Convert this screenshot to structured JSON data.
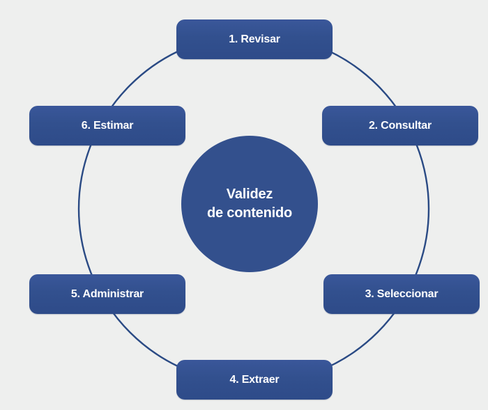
{
  "diagram": {
    "title": "Validez de contenido cycle",
    "center": {
      "line1": "Validez",
      "line2": "de contenido"
    },
    "steps": [
      {
        "label": "1. Revisar"
      },
      {
        "label": "2. Consultar"
      },
      {
        "label": "3. Seleccionar"
      },
      {
        "label": "4. Extraer"
      },
      {
        "label": "5. Administrar"
      },
      {
        "label": "6. Estimar"
      }
    ],
    "colors": {
      "background": "#eeefee",
      "node_blue": "#33508d",
      "ring_stroke": "#2a4a84",
      "text": "#ffffff"
    }
  }
}
